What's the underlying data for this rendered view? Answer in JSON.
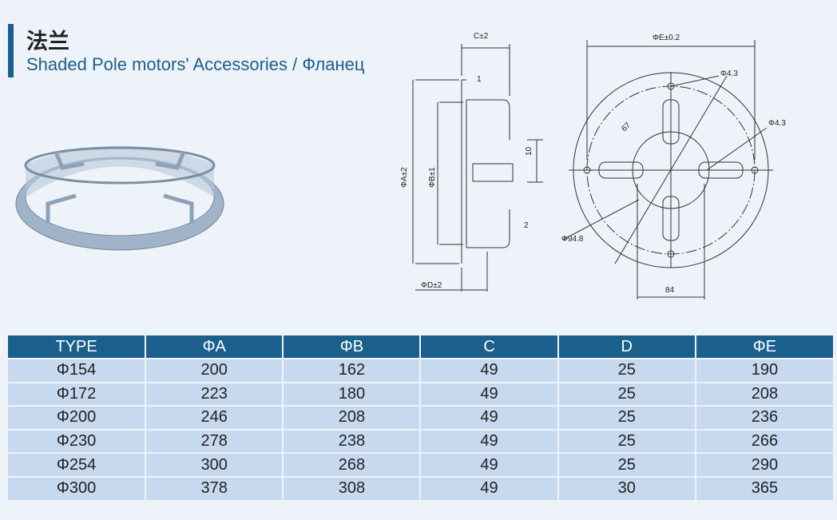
{
  "header": {
    "title_cn": "法兰",
    "title_en": "Shaded Pole motors' Accessories / Фланец"
  },
  "drawing": {
    "side": {
      "c": "C±2",
      "one": "1",
      "a": "ΦA±2",
      "b": "ΦB±1",
      "ten": "10",
      "two": "2",
      "d": "ΦD±2"
    },
    "front": {
      "e": "ΦE±0.2",
      "hole1": "Φ4.3",
      "hole2": "Φ4.3",
      "r67": "67",
      "d948": "Φ94.8",
      "w84": "84"
    }
  },
  "table": {
    "columns": [
      "TYPE",
      "ΦA",
      "ΦB",
      "C",
      "D",
      "ΦE"
    ],
    "rows": [
      [
        "Φ154",
        "200",
        "162",
        "49",
        "25",
        "190"
      ],
      [
        "Φ172",
        "223",
        "180",
        "49",
        "25",
        "208"
      ],
      [
        "Φ200",
        "246",
        "208",
        "49",
        "25",
        "236"
      ],
      [
        "Φ230",
        "278",
        "238",
        "49",
        "25",
        "266"
      ],
      [
        "Φ254",
        "300",
        "268",
        "49",
        "25",
        "290"
      ],
      [
        "Φ300",
        "378",
        "308",
        "49",
        "30",
        "365"
      ]
    ]
  }
}
